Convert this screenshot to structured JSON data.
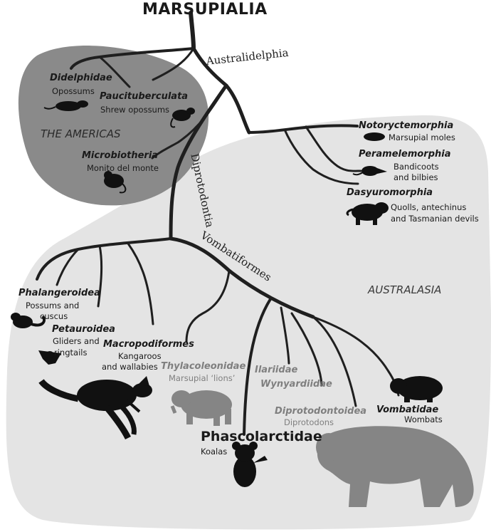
{
  "title": "MARSUPIALIA",
  "regions": {
    "americas": "THE AMERICAS",
    "australasia": "AUSTRALASIA"
  },
  "clades": {
    "australidelphia": "Australidelphia",
    "diprotodontia": "Diprotodontia",
    "vombatiformes": "Vombatiformes"
  },
  "groups": {
    "didelphidae": {
      "name": "Didelphidae",
      "common": "Opossums"
    },
    "paucituberculata": {
      "name": "Paucituberculata",
      "common": "Shrew opossums"
    },
    "microbiotheria": {
      "name": "Microbiotheria",
      "common": "Monito del monte"
    },
    "notoryctemorphia": {
      "name": "Notoryctemorphia",
      "common": "Marsupial moles"
    },
    "peramelemorphia": {
      "name": "Peramelemorphia",
      "common_1": "Bandicoots",
      "common_2": "and bilbies"
    },
    "dasyuromorphia": {
      "name": "Dasyuromorphia",
      "common_1": "Quolls, antechinus",
      "common_2": "and Tasmanian devils"
    },
    "phalangeroidea": {
      "name": "Phalangeroidea",
      "common_1": "Possums and",
      "common_2": "cuscus"
    },
    "petauroidea": {
      "name": "Petauroidea",
      "common_1": "Gliders and",
      "common_2": "ringtails"
    },
    "macropodiformes": {
      "name": "Macropodiformes",
      "common_1": "Kangaroos",
      "common_2": "and wallabies"
    },
    "thylacoleonidae": {
      "name": "Thylacoleonidae",
      "common": "Marsupial ‘lions’"
    },
    "ilariidae": {
      "name": "Ilariidae"
    },
    "wynyardiidae": {
      "name": "Wynyardiidae"
    },
    "diprotodontoidea": {
      "name": "Diprotodontoidea",
      "common": "Diprotodons"
    },
    "vombatidae": {
      "name": "Vombatidae",
      "common": "Wombats"
    },
    "phascolarctidae": {
      "name": "Phascolarctidae",
      "common": "Koalas"
    }
  },
  "colors": {
    "australasia_fill": "#e4e4e4",
    "americas_fill": "#8a8a8a",
    "branch": "#1f1f1f",
    "extinct_silhouette": "#858585",
    "living_silhouette": "#111111"
  }
}
